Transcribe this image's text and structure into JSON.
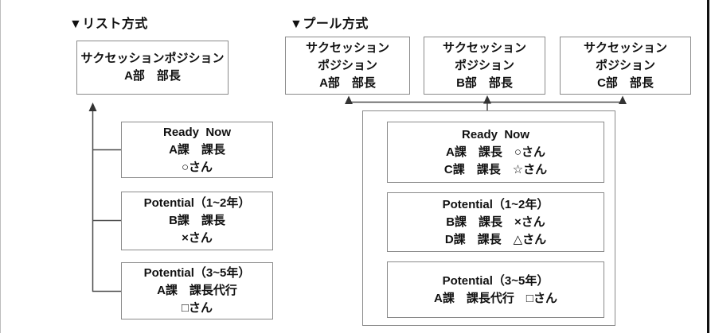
{
  "page": {
    "background": "#ffffff",
    "box_border_color": "#8a8a8a",
    "connector_color": "#4a4a4a",
    "text_color": "#111111"
  },
  "list_method": {
    "heading": "▼リスト方式",
    "position_box": {
      "lines": [
        "サクセッションポジション",
        "A部　部長"
      ]
    },
    "candidates": [
      {
        "lines": [
          "Ready  Now",
          "A課　課長",
          "○さん"
        ]
      },
      {
        "lines": [
          "Potential（1~2年）",
          "B課　課長",
          "×さん"
        ]
      },
      {
        "lines": [
          "Potential（3~5年）",
          "A課　課長代行",
          "□さん"
        ]
      }
    ]
  },
  "pool_method": {
    "heading": "▼プール方式",
    "position_boxes": [
      {
        "lines": [
          "サクセッション",
          "ポジション",
          "A部　部長"
        ]
      },
      {
        "lines": [
          "サクセッション",
          "ポジション",
          "B部　部長"
        ]
      },
      {
        "lines": [
          "サクセッション",
          "ポジション",
          "C部　部長"
        ]
      }
    ],
    "pool_boxes": [
      {
        "lines": [
          "Ready  Now",
          "A課　課長　○さん",
          "C課　課長　☆さん"
        ]
      },
      {
        "lines": [
          "Potential（1~2年）",
          "B課　課長　×さん",
          "D課　課長　△さん"
        ]
      },
      {
        "lines": [
          "Potential（3~5年）",
          "A課　課長代行　□さん"
        ]
      }
    ]
  }
}
